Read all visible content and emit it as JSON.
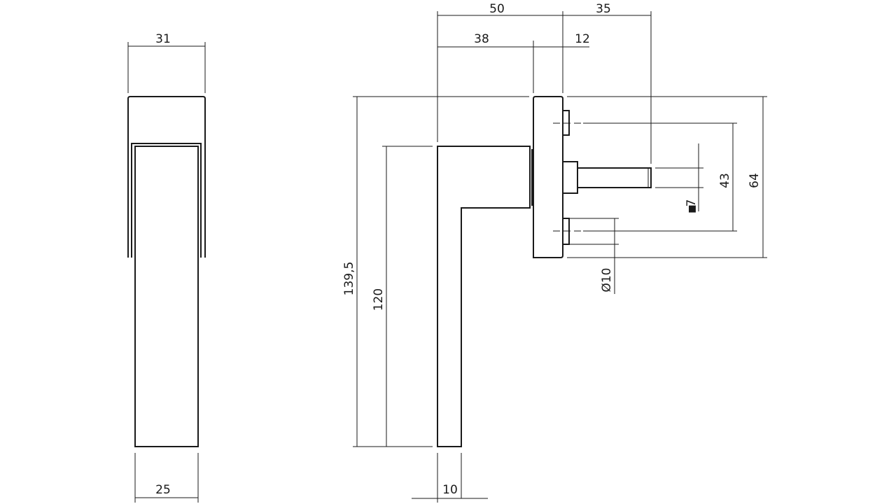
{
  "front_view": {
    "width_top": "31",
    "width_bottom": "25"
  },
  "side_view": {
    "length_to_rose": "50",
    "spindle_length": "35",
    "handle_projection": "38",
    "rose_thickness": "12",
    "total_height": "139,5",
    "lever_height": "120",
    "lever_thickness": "10",
    "screw_spacing": "43",
    "rose_height": "64",
    "spindle_square": "7",
    "screw_diameter": "Ø10"
  },
  "symbols": {
    "square": "■"
  }
}
